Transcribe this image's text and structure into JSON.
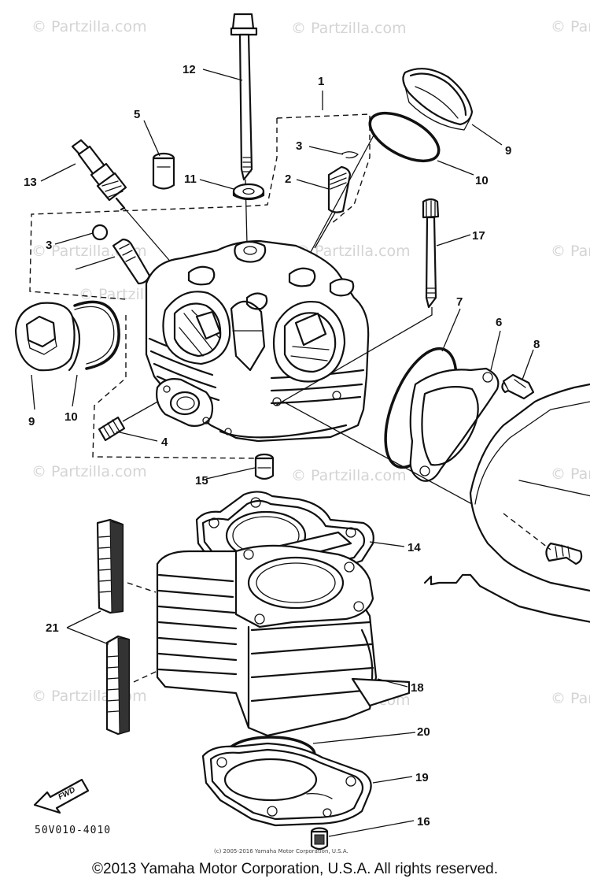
{
  "watermarks": [
    "© Partzilla.com",
    "© Partzilla.com",
    "© Partzilla.com",
    "© Partzilla.com",
    "© Partzilla.com",
    "© Partzilla.com",
    "© Partzilla.com",
    "© Partzilla.com",
    "© Partzilla.com",
    "© Partzilla.com",
    "© Partzilla.com",
    "© Partzilla.com",
    "© Partzilla.com"
  ],
  "callouts": [
    "1",
    "2",
    "3",
    "3",
    "4",
    "5",
    "6",
    "7",
    "8",
    "9",
    "9",
    "10",
    "10",
    "11",
    "12",
    "13",
    "14",
    "15",
    "16",
    "17",
    "18",
    "19",
    "20",
    "21"
  ],
  "fwd_label": "FWD",
  "diagram_code": "50V010-4010",
  "small_copyright": "(c) 2005-2016 Yamaha Motor Corporation, U.S.A.",
  "copyright": "©2013 Yamaha Motor Corporation, U.S.A. All rights reserved."
}
